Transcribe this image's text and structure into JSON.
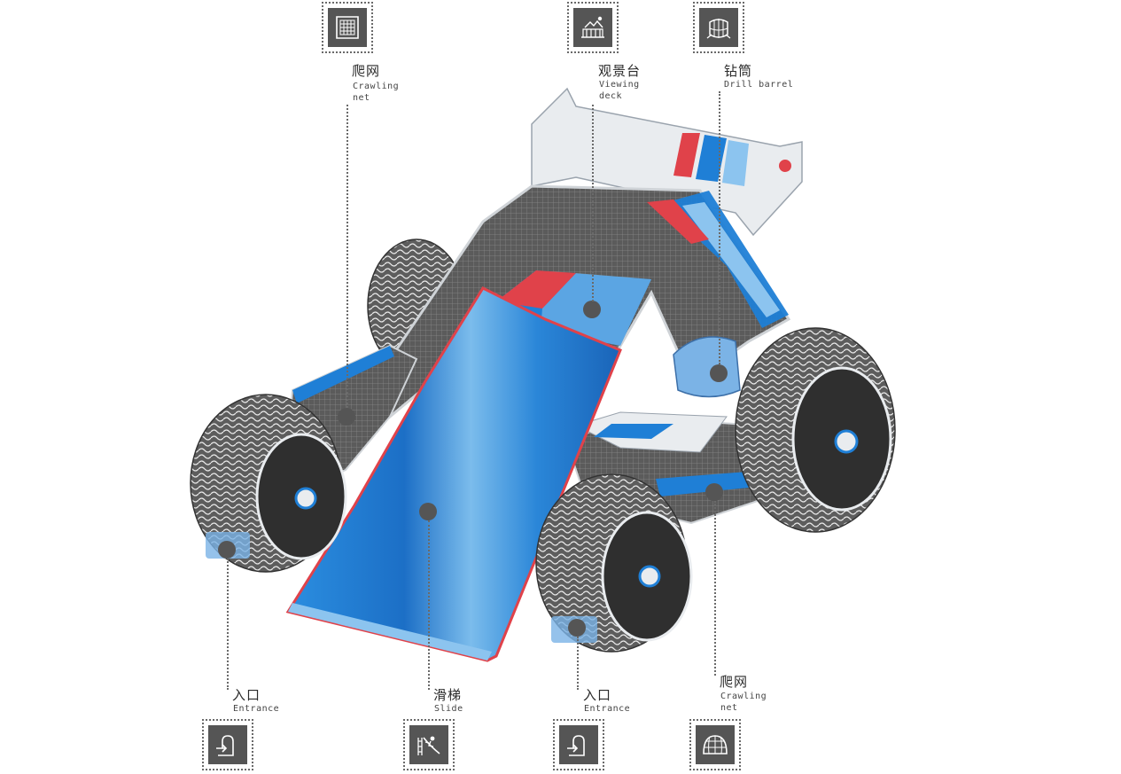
{
  "labels": {
    "crawling_net_top": {
      "cn": "爬网",
      "en": "Crawling\nnet"
    },
    "viewing_deck": {
      "cn": "观景台",
      "en": "Viewing\ndeck"
    },
    "drill_barrel": {
      "cn": "钻筒",
      "en": "Drill barrel"
    },
    "entrance_left": {
      "cn": "入口",
      "en": "Entrance"
    },
    "slide": {
      "cn": "滑梯",
      "en": "Slide"
    },
    "entrance_right": {
      "cn": "入口",
      "en": "Entrance"
    },
    "crawling_net_bottom": {
      "cn": "爬网",
      "en": "Crawling\nnet"
    }
  },
  "icons": {
    "crawling_net_top": "crawling-net-icon",
    "viewing_deck": "viewing-deck-icon",
    "drill_barrel": "drill-barrel-icon",
    "entrance_left": "entrance-icon",
    "slide": "slide-icon",
    "entrance_right": "entrance-icon",
    "crawling_net_bottom": "dome-net-icon"
  },
  "colors": {
    "icon_bg": "#555555",
    "dotted_line": "#6a6a6a",
    "slide_blue": "#1f7fd6",
    "slide_light": "#8cc4ef",
    "accent_red": "#e0424a",
    "frame_grey": "#4a4a4a",
    "tire": "#5a5a5a",
    "wing_white": "#e9ecef"
  }
}
